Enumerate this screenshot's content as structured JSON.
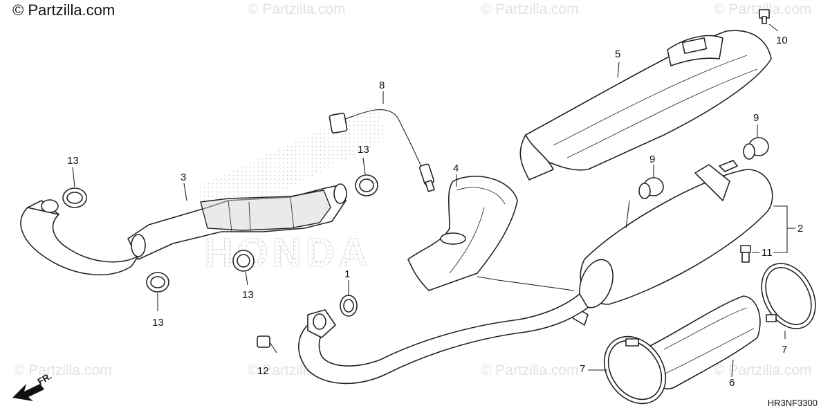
{
  "header": {
    "copyright": "© Partzilla.com"
  },
  "watermarks": [
    "© Partzilla.com",
    "© Partzilla.com",
    "© Partzilla.com",
    "© Partzilla.com",
    "© Partzilla.com",
    "© Partzilla.com",
    "© Partzilla.com"
  ],
  "background_text": "HONDA",
  "callouts": [
    "1",
    "2",
    "3",
    "4",
    "5",
    "6",
    "7",
    "7",
    "8",
    "9",
    "9",
    "10",
    "11",
    "12",
    "13",
    "13",
    "13",
    "13"
  ],
  "front_arrow_label": "FR.",
  "diagram_code": "HR3NF3300"
}
